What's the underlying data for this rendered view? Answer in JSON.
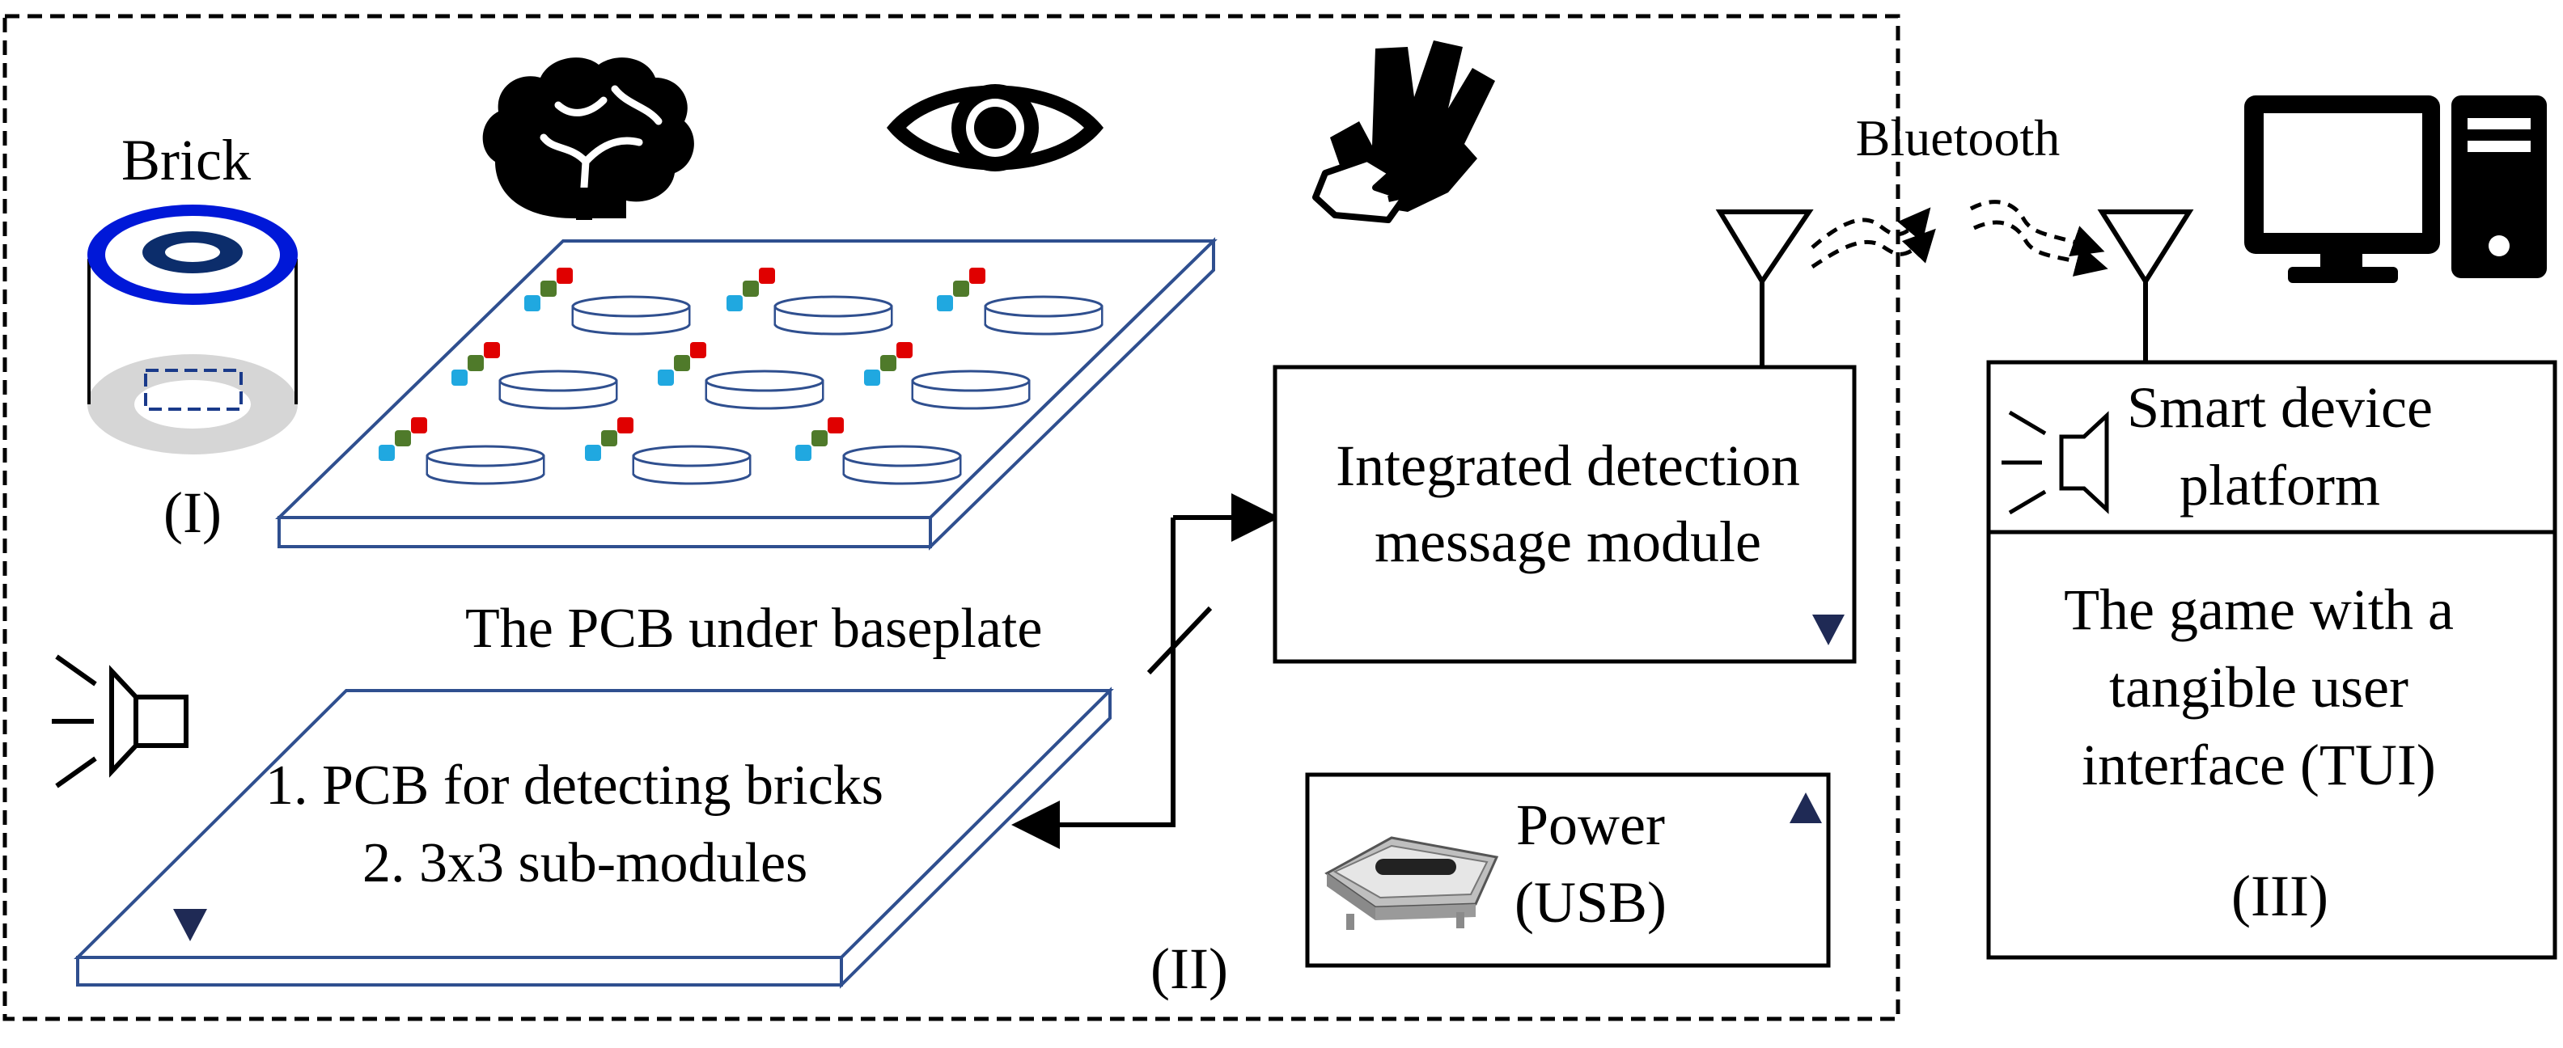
{
  "labels": {
    "brick": "Brick",
    "part_one": "(I)",
    "part_two": "(II)",
    "part_three": "(III)",
    "bluetooth": "Bluetooth",
    "pcb_under_baseplate": "The PCB under baseplate",
    "pcb_line1": "1. PCB for detecting bricks",
    "pcb_line2": "2. 3x3 sub-modules",
    "module_line1": "Integrated detection",
    "module_line2": "message module",
    "power_line1": "Power",
    "power_line2": "(USB)",
    "device_line1": "Smart device",
    "device_line2": "platform",
    "game_line1": "The game with a",
    "game_line2": "tangible user",
    "game_line3": "interface (TUI)"
  },
  "icons": {
    "brain": "brain-icon",
    "eye": "eye-icon",
    "hand": "sign-language-hand-icon",
    "speaker": "speaker-icon",
    "antenna": "antenna-icon",
    "computer": "desktop-computer-icon",
    "usb": "usb-c-connector-icon"
  },
  "colors": {
    "board_outline": "#2f4f8f",
    "brick_blue": "#0018d8",
    "brick_navy": "#0c2d6b",
    "brick_gray": "#d0d0d0",
    "sensor_red": "#e00000",
    "sensor_green": "#4f7a2a",
    "sensor_cyan": "#20a8e0",
    "marker_navy": "#1f2a55"
  }
}
